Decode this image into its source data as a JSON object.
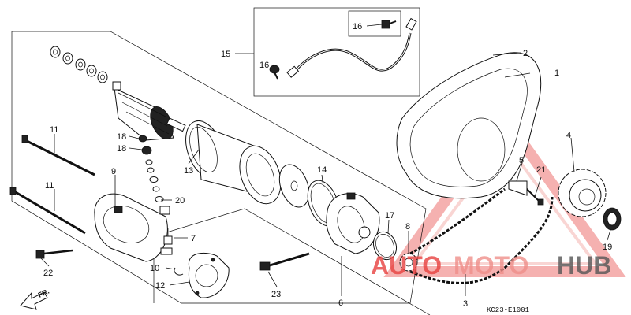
{
  "diagram": {
    "callouts": [
      "1",
      "2",
      "3",
      "4",
      "5",
      "6",
      "7",
      "8",
      "9",
      "10",
      "11",
      "11",
      "12",
      "13",
      "14",
      "15",
      "16",
      "16",
      "17",
      "18",
      "18",
      "19",
      "20",
      "21",
      "22",
      "23"
    ],
    "drawing_code": "KC23-E1001",
    "direction_label": "FR.",
    "watermark": {
      "brand_part1": "AUTO",
      "brand_part2": "MOTO",
      "brand_part3": "HUB",
      "colors": {
        "accent": "#e8413f",
        "secondary": "#ef8f8a",
        "dark": "#555555"
      }
    }
  }
}
